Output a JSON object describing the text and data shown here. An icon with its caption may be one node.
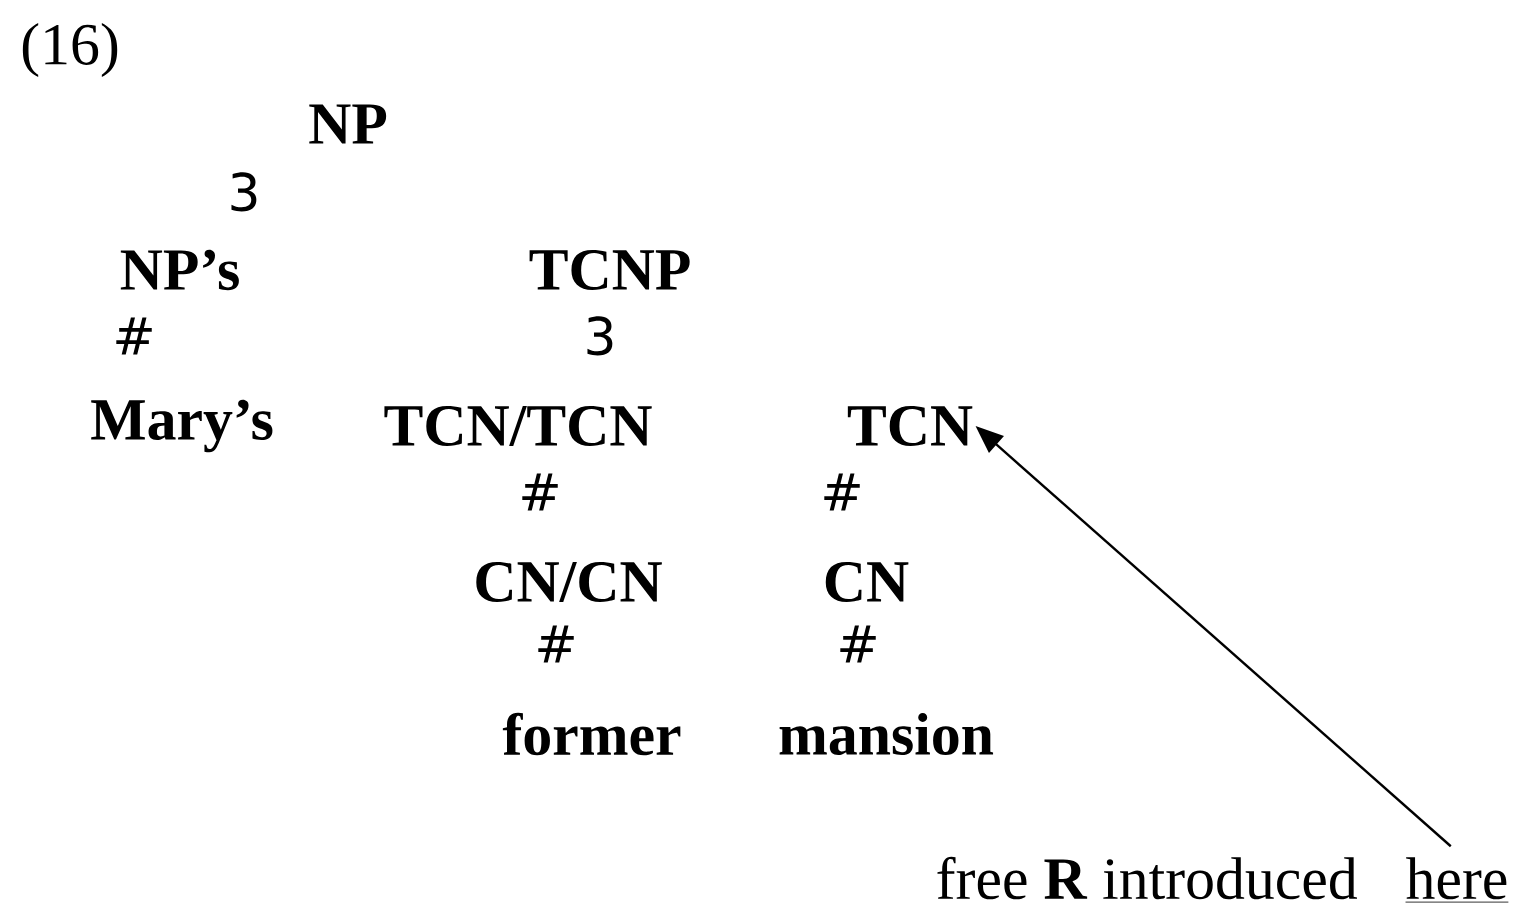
{
  "diagram": {
    "nodes": [
      {
        "text": [
          "NP"
        ]
      },
      {
        "text": [
          "NP’s"
        ]
      },
      {
        "text": [
          "TCNP"
        ]
      },
      {
        "text": [
          "Mary’s"
        ]
      },
      {
        "text": [
          "TCN/TCN"
        ]
      },
      {
        "text": [
          "TCN"
        ]
      },
      {
        "text": [
          "CN/CN"
        ]
      },
      {
        "text": [
          "CN"
        ]
      },
      {
        "text": [
          "former"
        ]
      },
      {
        "text": [
          "mansion"
        ]
      },
      {
        "text": [
          "free **R** introduced",
          "here"
        ]
      }
    ],
    "edges": [
      {
        "from": 10,
        "to": 5,
        "arrow": "to"
      }
    ],
    "labels": [
      "(16)",
      "3",
      "#",
      "3",
      "#",
      "#",
      "#",
      "#"
    ]
  }
}
